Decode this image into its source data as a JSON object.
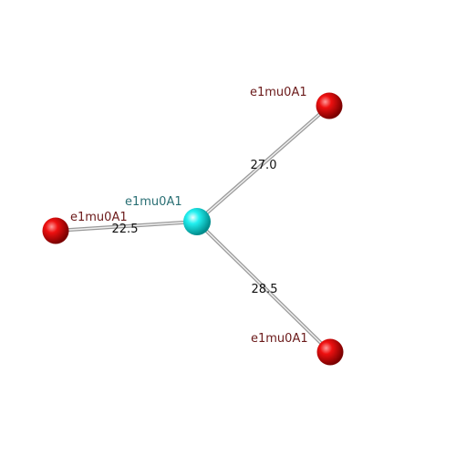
{
  "colors": {
    "background": "#ffffff",
    "center_atom": "#00e5e5",
    "ligand_atom": "#e00000",
    "center_label": "#2a6f74",
    "ligand_label": "#6b1a1a",
    "bond": "#c8c8c8"
  },
  "center": {
    "label": "e1mu0A1"
  },
  "neighbors": [
    {
      "label": "e1mu0A1",
      "distance": "27.0"
    },
    {
      "label": "e1mu0A1",
      "distance": "22.5"
    },
    {
      "label": "e1mu0A1",
      "distance": "28.5"
    }
  ]
}
